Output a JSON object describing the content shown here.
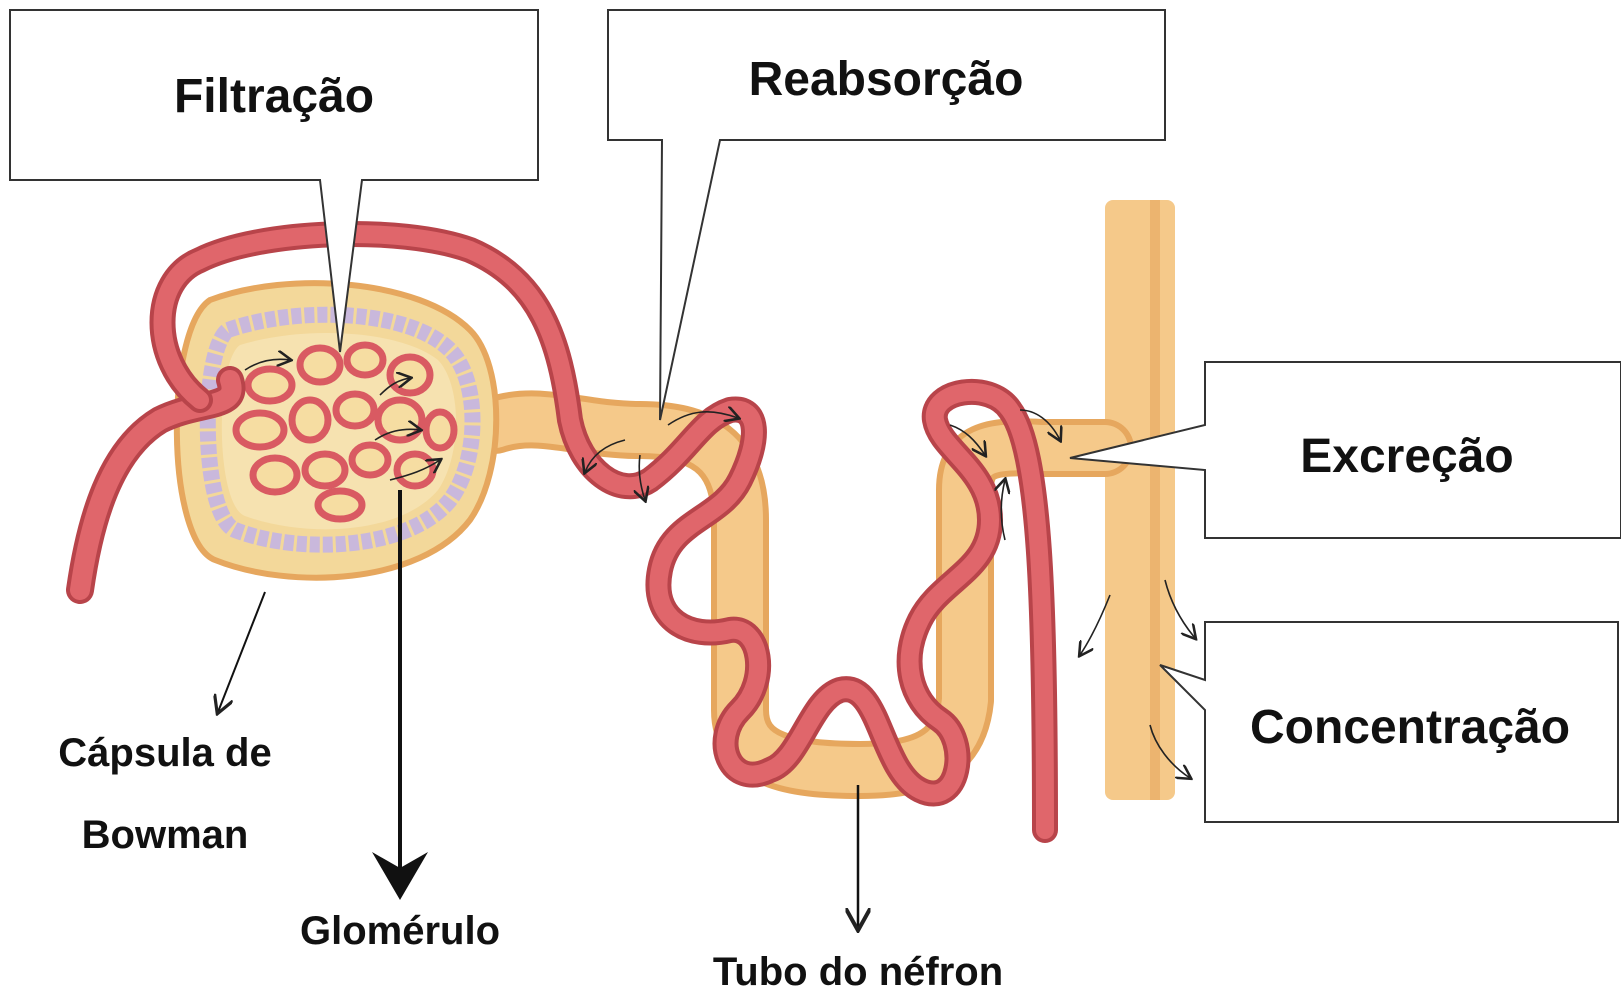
{
  "callouts": {
    "filtracao": "Filtração",
    "reabsorcao": "Reabsorção",
    "excrecao": "Excreção",
    "concentracao": "Concentração"
  },
  "labels": {
    "capsula_line1": "Cápsula de",
    "capsula_line2": "Bowman",
    "glomerulo": "Glomérulo",
    "tubo": "Tubo do néfron"
  },
  "colors": {
    "tubule": "#f5c98a",
    "tubule_dark": "#e6a75e",
    "vessel": "#e0666b",
    "vessel_dark": "#b8444a",
    "capsule_cells": "#c9b8dc",
    "capsule_fill": "#f3d89a"
  }
}
